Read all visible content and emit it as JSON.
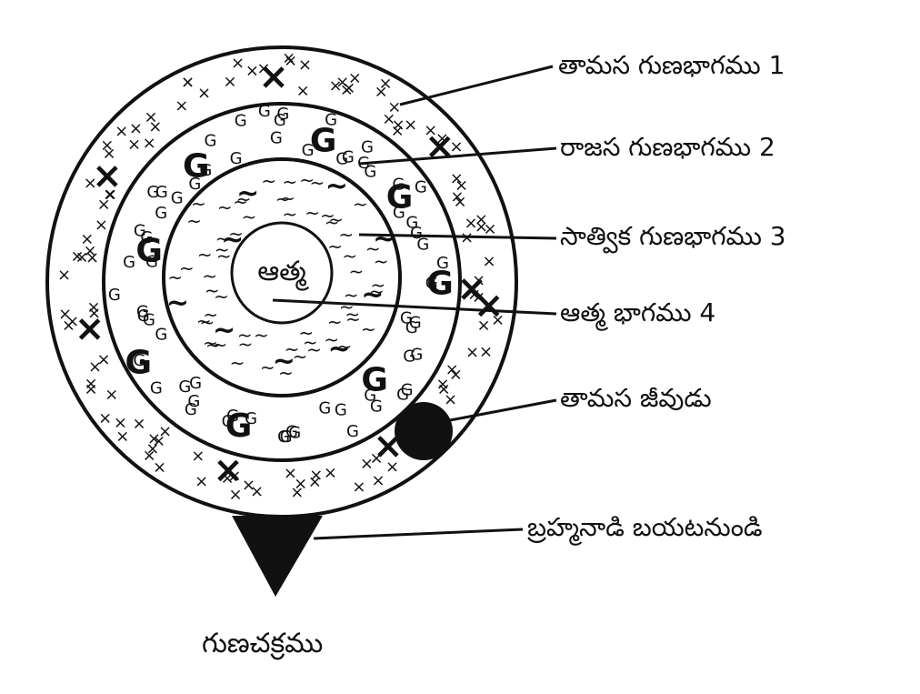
{
  "diagram": {
    "title": "గుణచక్రము",
    "center_text": "ఆత్మ",
    "labels": {
      "tamasa": "తామస గుణభాగము 1",
      "rajasa": "రాజస గుణభాగము 2",
      "satvika": "సాత్విక గుణభాగము 3",
      "atma": "ఆత్మ భాగము 4",
      "tamasa_jeevudu": "తామస జీవుడు",
      "brahmanadi": "బ్రహ్మనాడి  బయటనుండి"
    },
    "symbols": {
      "tamasa_mark": "×",
      "rajasa_mark": "G",
      "satvika_mark": "~"
    },
    "colors": {
      "ink": "#111111",
      "background": "#ffffff"
    }
  }
}
